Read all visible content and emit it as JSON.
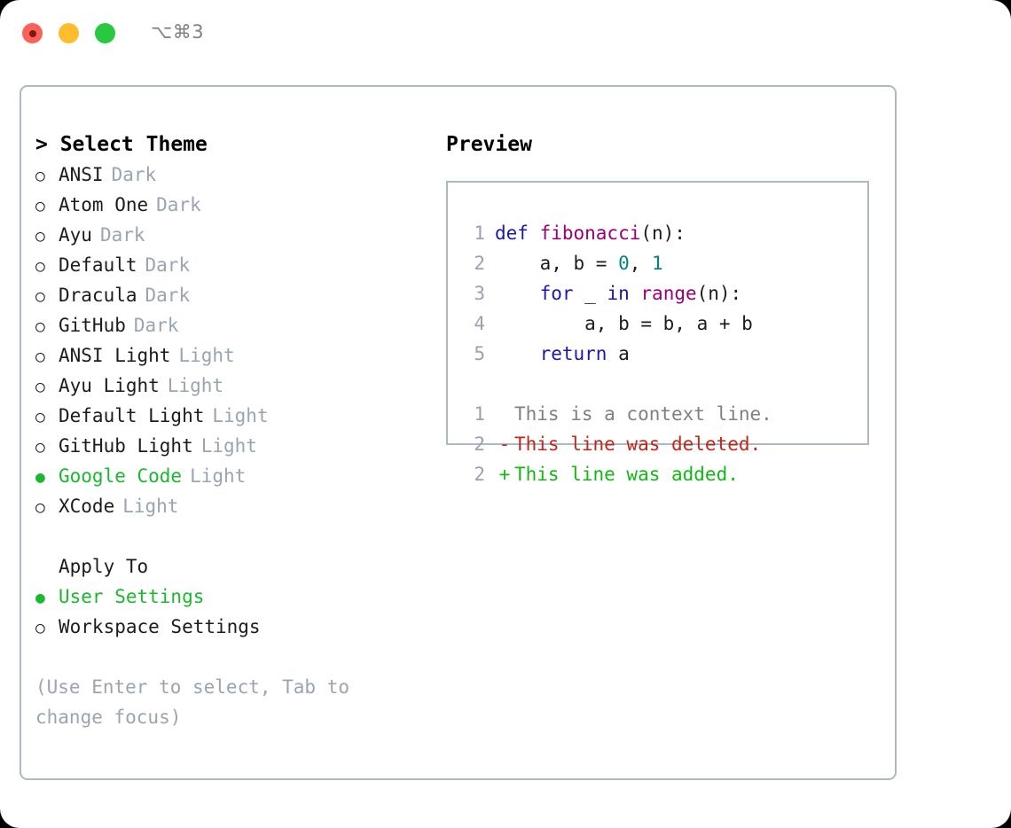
{
  "titlebar": {
    "lights": [
      {
        "name": "close",
        "color": "#ff6159",
        "inner": "#7a1a14"
      },
      {
        "name": "minimize",
        "color": "#febc2e",
        "inner": ""
      },
      {
        "name": "maximize",
        "color": "#28c840",
        "inner": ""
      }
    ],
    "shortcut": "⌥⌘3"
  },
  "theme_picker": {
    "title": "> Select Theme",
    "options": [
      {
        "bullet": "○",
        "label": "ANSI",
        "category": "Dark",
        "selected": false
      },
      {
        "bullet": "○",
        "label": "Atom One",
        "category": "Dark",
        "selected": false
      },
      {
        "bullet": "○",
        "label": "Ayu",
        "category": "Dark",
        "selected": false
      },
      {
        "bullet": "○",
        "label": "Default",
        "category": "Dark",
        "selected": false
      },
      {
        "bullet": "○",
        "label": "Dracula",
        "category": "Dark",
        "selected": false
      },
      {
        "bullet": "○",
        "label": "GitHub",
        "category": "Dark",
        "selected": false
      },
      {
        "bullet": "○",
        "label": "ANSI Light",
        "category": "Light",
        "selected": false
      },
      {
        "bullet": "○",
        "label": "Ayu Light",
        "category": "Light",
        "selected": false
      },
      {
        "bullet": "○",
        "label": "Default Light",
        "category": "Light",
        "selected": false
      },
      {
        "bullet": "○",
        "label": "GitHub Light",
        "category": "Light",
        "selected": false
      },
      {
        "bullet": "●",
        "label": "Google Code",
        "category": "Light",
        "selected": true
      },
      {
        "bullet": "○",
        "label": "XCode",
        "category": "Light",
        "selected": false
      }
    ]
  },
  "apply_to": {
    "title": "Apply To",
    "options": [
      {
        "bullet": "●",
        "label": "User Settings",
        "selected": true
      },
      {
        "bullet": "○",
        "label": "Workspace Settings",
        "selected": false
      }
    ]
  },
  "hint": "(Use Enter to select, Tab to change focus)",
  "preview": {
    "title": "Preview",
    "code_lines": [
      {
        "num": "1",
        "tokens": [
          {
            "t": "def ",
            "c": "kw"
          },
          {
            "t": "fibonacci",
            "c": "fn"
          },
          {
            "t": "(n):",
            "c": "txt"
          }
        ]
      },
      {
        "num": "2",
        "tokens": [
          {
            "t": "    a, b = ",
            "c": "txt"
          },
          {
            "t": "0",
            "c": "num"
          },
          {
            "t": ", ",
            "c": "txt"
          },
          {
            "t": "1",
            "c": "num"
          }
        ]
      },
      {
        "num": "3",
        "tokens": [
          {
            "t": "    ",
            "c": "txt"
          },
          {
            "t": "for",
            "c": "kw"
          },
          {
            "t": " _ ",
            "c": "txt"
          },
          {
            "t": "in",
            "c": "kw"
          },
          {
            "t": " ",
            "c": "txt"
          },
          {
            "t": "range",
            "c": "fn"
          },
          {
            "t": "(n):",
            "c": "txt"
          }
        ]
      },
      {
        "num": "4",
        "tokens": [
          {
            "t": "        a, b = b, a + b",
            "c": "txt"
          }
        ]
      },
      {
        "num": "5",
        "tokens": [
          {
            "t": "    ",
            "c": "txt"
          },
          {
            "t": "return",
            "c": "kw"
          },
          {
            "t": " a",
            "c": "txt"
          }
        ]
      }
    ],
    "diff_lines": [
      {
        "num": "1",
        "marker": " ",
        "text": "This is a context line.",
        "kind": "ctx"
      },
      {
        "num": "2",
        "marker": "-",
        "text": "This line was deleted.",
        "kind": "del"
      },
      {
        "num": "2",
        "marker": "+",
        "text": "This line was added.",
        "kind": "add"
      }
    ]
  }
}
